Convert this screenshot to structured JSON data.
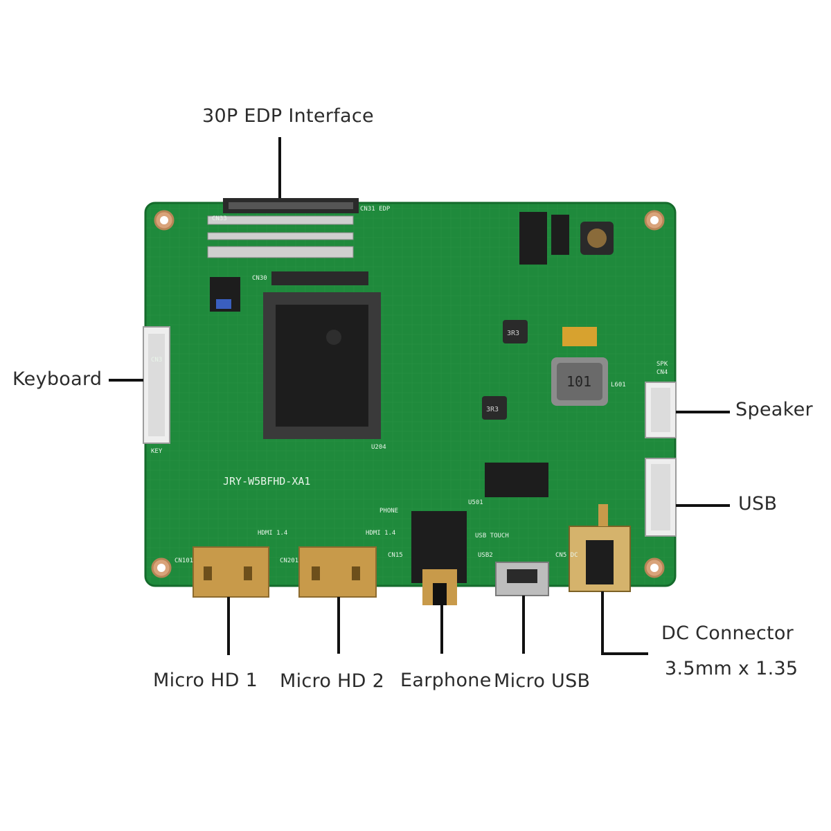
{
  "labels": {
    "edp": "30P EDP Interface",
    "keyboard": "Keyboard",
    "speaker": "Speaker",
    "usb": "USB",
    "dc_line1": "DC Connector",
    "dc_line2": "3.5mm x 1.35",
    "micro_hd1": "Micro HD 1",
    "micro_hd2": "Micro HD 2",
    "earphone": "Earphone",
    "micro_usb": "Micro USB"
  },
  "board_silkscreen": {
    "model": "JRY-W5BFHD-XA1",
    "edp": "CN31 EDP",
    "key": "KEY",
    "spk": "SPK",
    "phone": "PHONE",
    "usb_touch": "USB TOUCH",
    "usb2": "USB2",
    "cn5_dc": "CN5 DC",
    "cn101": "CN101",
    "cn201": "CN201",
    "cn15": "CN15",
    "hdmi_1": "HDMI 1.4",
    "hdmi_2": "HDMI 1.4",
    "cn30": "CN30",
    "cn33": "CN33",
    "cn3": "CN3",
    "cn4": "CN4",
    "u501": "U501",
    "u204": "U204",
    "l601": "L601",
    "inductor_101": "101",
    "inductor_3r3_a": "3R3",
    "inductor_3r3_b": "3R3"
  },
  "colors": {
    "pcb_green": "#1f8a3c",
    "pcb_dark": "#156b2c",
    "chip": "#1d1d1d",
    "connector_white": "#eeeeee",
    "gold": "#c89a4a",
    "metal": "#bdbdbd",
    "text": "#2b2b2b",
    "silk": "#e9f5ea"
  }
}
